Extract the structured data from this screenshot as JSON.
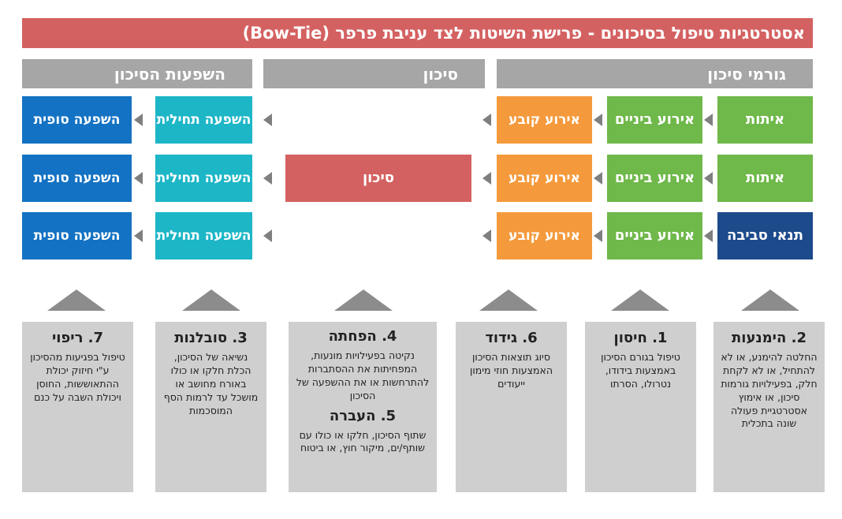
{
  "title": "אסטרטגיות טיפול בסיכונים - פרישת השיטות לצד עניבת פרפר (Bow-Tie)",
  "headers": {
    "causes": "גורמי סיכון",
    "risk": "סיכון",
    "impacts": "השפעות הסיכון"
  },
  "rows": [
    {
      "source": "איתות",
      "intermediate": "אירוע ביניים",
      "fixed": "אירוע קובע",
      "initial": "השפעה תחילית",
      "final": "השפעה סופית"
    },
    {
      "source": "איתות",
      "intermediate": "אירוע ביניים",
      "fixed": "אירוע קובע",
      "initial": "השפעה תחילית",
      "final": "השפעה סופית"
    },
    {
      "source": "תנאי סביבה",
      "intermediate": "אירוע ביניים",
      "fixed": "אירוע קובע",
      "initial": "השפעה תחילית",
      "final": "השפעה סופית"
    }
  ],
  "risk_label": "סיכון",
  "cards": {
    "recovery": {
      "title": "7. ריפוי",
      "text": "טיפול בפגיעות מהסיכון ע\"י חיזוק יכולת ההתאוששות, החוסן ויכולת השבה על כנם"
    },
    "tolerance": {
      "title": "3. סובלנות",
      "text": "נשיאה של הסיכון, הכלת חלקו או כולו באורח מחושב או מושכל עד לרמות הסף המוסכמות"
    },
    "mitigation": {
      "title": "4. הפחתה",
      "text": "נקיטה בפעילויות מונעות, המפחיתות את ההסתברות להתרחשות או את ההשפעה של הסיכון"
    },
    "transfer": {
      "title": "5. העברה",
      "text": "שתוף הסיכון, חלקו או כולו עם שותף/ים, מיקור חוץ, או ביטוח"
    },
    "hedging": {
      "title": "6. גידוד",
      "text": "סיוג תוצאות הסיכון האמצעות חוזי מימון ייעודים"
    },
    "neutralizing": {
      "title": "1. חיסון",
      "text": "טיפול בגורם הסיכון באמצעות בידודו, נטרולו, הסרתו"
    },
    "avoidance": {
      "title": "2. הימנעות",
      "text": "החלטה להימנע, או לא להתחיל, או לא לקחת חלק, בפעילויות גורמות סיכון, או אימוץ אסטרטגיית פעולה שונה בתכלית"
    }
  },
  "colors": {
    "title_bar": "#d46161",
    "header": "#a6a6a6",
    "source": "#6fb84a",
    "environment": "#1d4a8b",
    "intermediate": "#6fb84a",
    "fixed": "#f59a3c",
    "initial": "#1cb6c7",
    "final": "#1372c3",
    "risk": "#d46161",
    "card": "#cfcfcf"
  }
}
